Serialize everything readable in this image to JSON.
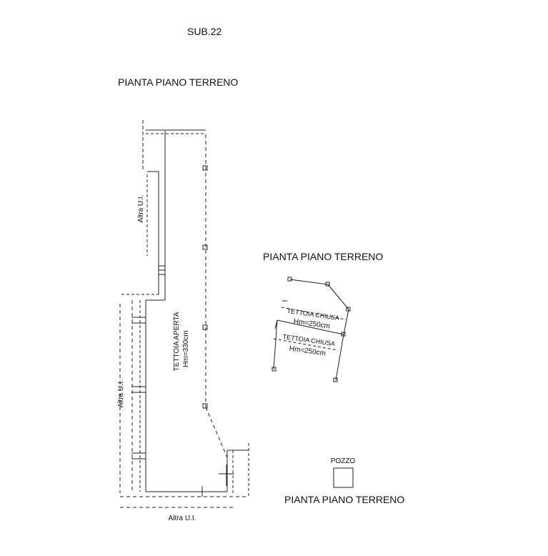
{
  "sub_id": "SUB.22",
  "headings": {
    "top": "PIANTA PIANO TERRENO",
    "middle": "PIANTA PIANO TERRENO",
    "bottom": "PIANTA PIANO TERRENO"
  },
  "left_plan": {
    "upper_neighbor": "Altra U.I.",
    "lower_neighbor": "Altra U.I.",
    "bottom_neighbor": "Altra U.I.",
    "room_name": "TETTOIA APERTA",
    "room_height": "Hm=330cm"
  },
  "right_plan": {
    "upper_room_name": "TETTOIA CHIUSA",
    "upper_room_height": "Hm=250cm",
    "lower_room_name": "TETTOIA CHIUSA",
    "lower_room_height": "Hm=250cm"
  },
  "well": {
    "label": "POZZO"
  }
}
